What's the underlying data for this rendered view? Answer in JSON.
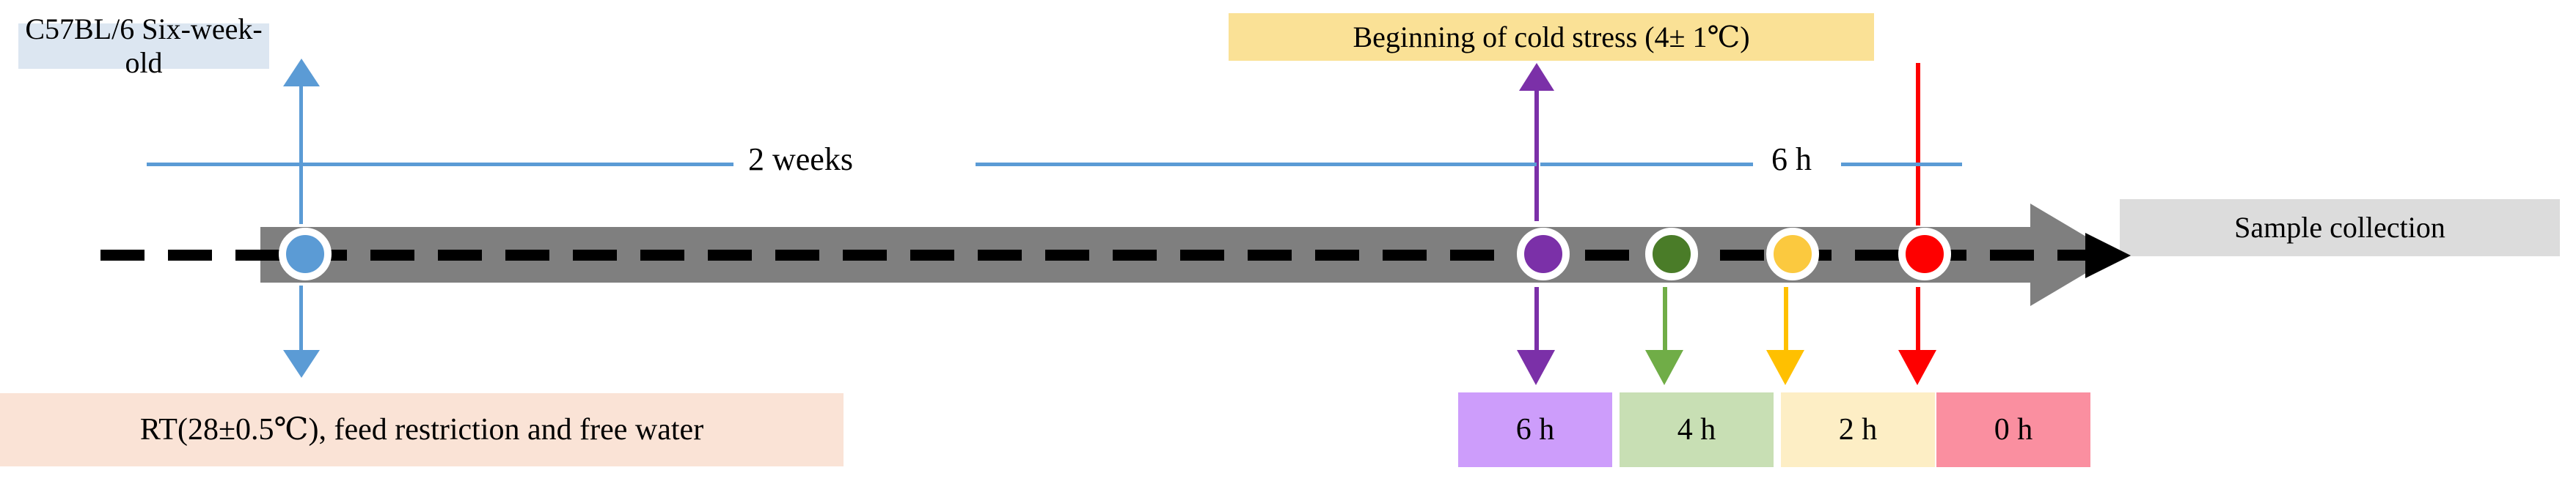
{
  "diagram": {
    "title": "Cold stress experimental timeline",
    "callouts": {
      "strain": "C57BL/6  Six-week-old",
      "housing": "RT(28±0.5℃), feed restriction and free water",
      "cold_stress": "Beginning of cold stress (4± 1℃)",
      "sample_collection": "Sample collection"
    },
    "spans": [
      {
        "label": "2 weeks",
        "from": "baseline",
        "to": "cold-stress-start"
      },
      {
        "label": "6 h",
        "from": "cold-stress-start",
        "to": "sample-collection"
      }
    ],
    "timepoints": [
      {
        "label": "6 h",
        "marker_color": "#7b30a8",
        "box_color": "#cd9dfb"
      },
      {
        "label": "4 h",
        "marker_color": "#4a7c28",
        "box_color": "#c8dfb4"
      },
      {
        "label": "2 h",
        "marker_color": "#fbc93f",
        "box_color": "#fdeec5"
      },
      {
        "label": "0 h",
        "marker_color": "#fe0000",
        "box_color": "#fa8fa0"
      }
    ],
    "markers": [
      {
        "name": "baseline",
        "color": "#5b9bd5"
      },
      {
        "name": "cold-stress-start",
        "color": "#7b30a8"
      },
      {
        "name": "4h-remaining",
        "color": "#4a7c28"
      },
      {
        "name": "2h-remaining",
        "color": "#fbc93f"
      },
      {
        "name": "0h-endpoint",
        "color": "#fe0000"
      }
    ],
    "colors": {
      "strain_box_bg": "#dce6f1",
      "housing_box_bg": "#fae3d6",
      "cold_box_bg": "#fae196",
      "sample_box_bg": "#dcdcdc",
      "timeline_bar": "#7f7f7f",
      "connector_blue": "#5b9bd5",
      "dash_line": "#000000"
    }
  }
}
